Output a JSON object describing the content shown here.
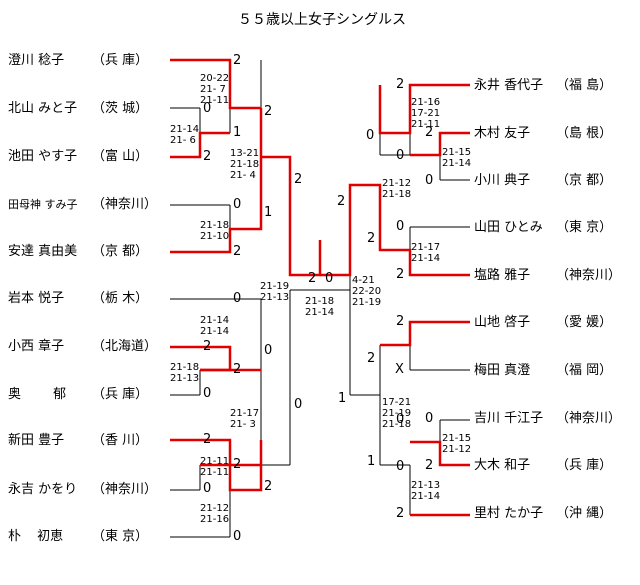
{
  "title": "５５歳以上女子シングルス",
  "left_players": [
    {
      "name": "澄川 稔子",
      "pref": "（兵 庫）"
    },
    {
      "name": "北山 みと子",
      "pref": "（茨 城）"
    },
    {
      "name": "池田 やす子",
      "pref": "（富 山）"
    },
    {
      "name": "田母神 すみ子",
      "pref": "（神奈川）"
    },
    {
      "name": "安達 真由美",
      "pref": "（京 都）"
    },
    {
      "name": "岩本 悦子",
      "pref": "（栃 木）"
    },
    {
      "name": "小西 章子",
      "pref": "（北海道）"
    },
    {
      "name": "奥 郁",
      "pref": "（兵 庫）"
    },
    {
      "name": "新田 豊子",
      "pref": "（香 川）"
    },
    {
      "name": "永吉 かをり",
      "pref": "（神奈川）"
    },
    {
      "name": "朴 初恵",
      "pref": "（東 京）"
    }
  ],
  "right_players": [
    {
      "name": "永井 香代子",
      "pref": "（福 島）"
    },
    {
      "name": "木村 友子",
      "pref": "（島 根）"
    },
    {
      "name": "小川 典子",
      "pref": "（京 都）"
    },
    {
      "name": "山田 ひとみ",
      "pref": "（東 京）"
    },
    {
      "name": "塩路 雅子",
      "pref": "（神奈川）"
    },
    {
      "name": "山地 啓子",
      "pref": "（愛 媛）"
    },
    {
      "name": "梅田 真澄",
      "pref": "（福 岡）"
    },
    {
      "name": "吉川 千江子",
      "pref": "（神奈川）"
    },
    {
      "name": "大木 和子",
      "pref": "（兵 庫）"
    },
    {
      "name": "里村 たか子",
      "pref": "（沖 縄）"
    }
  ],
  "scores": [
    {
      "id": "L1",
      "text": "20-22\n21- 7\n21-11"
    },
    {
      "id": "L2",
      "text": "21-14\n21- 6"
    },
    {
      "id": "L3",
      "text": "13-21\n21-18\n21- 4"
    },
    {
      "id": "L4",
      "text": "21-18\n21-10"
    },
    {
      "id": "L5",
      "text": "21-19\n21-13"
    },
    {
      "id": "L6",
      "text": "21-14\n21-14"
    },
    {
      "id": "L7",
      "text": "21-18\n21-13"
    },
    {
      "id": "L8",
      "text": "21-17\n21- 3"
    },
    {
      "id": "L9",
      "text": "21-11\n21-11"
    },
    {
      "id": "L10",
      "text": "21-12\n21-16"
    },
    {
      "id": "F",
      "text": "21-18\n21-14"
    },
    {
      "id": "R1",
      "text": "4-21\n22-20\n21-19"
    },
    {
      "id": "R2",
      "text": "21-12\n21-18"
    },
    {
      "id": "R3",
      "text": "21-16\n17-21\n21-11"
    },
    {
      "id": "R4",
      "text": "21-15\n21-14"
    },
    {
      "id": "R5",
      "text": "21-17\n21-14"
    },
    {
      "id": "R6",
      "text": "17-21\n21-19\n21-18"
    },
    {
      "id": "R7",
      "text": "21-15\n21-12"
    },
    {
      "id": "R8",
      "text": "21-13\n21-14"
    }
  ],
  "round_scores": [
    "2",
    "0",
    "1",
    "2",
    "0",
    "2",
    "2",
    "0",
    "2",
    "1",
    "0",
    "2",
    "0",
    "2",
    "0",
    "2",
    "0",
    "2",
    "0",
    "2",
    "0",
    "2",
    "0",
    "2",
    "0",
    "0",
    "2",
    "2",
    "2",
    "0",
    "1",
    "2",
    "2",
    "0",
    "1",
    "0",
    "2",
    "0",
    "2",
    "2",
    "X",
    "2",
    "1",
    "0",
    "2",
    "2",
    "1"
  ]
}
